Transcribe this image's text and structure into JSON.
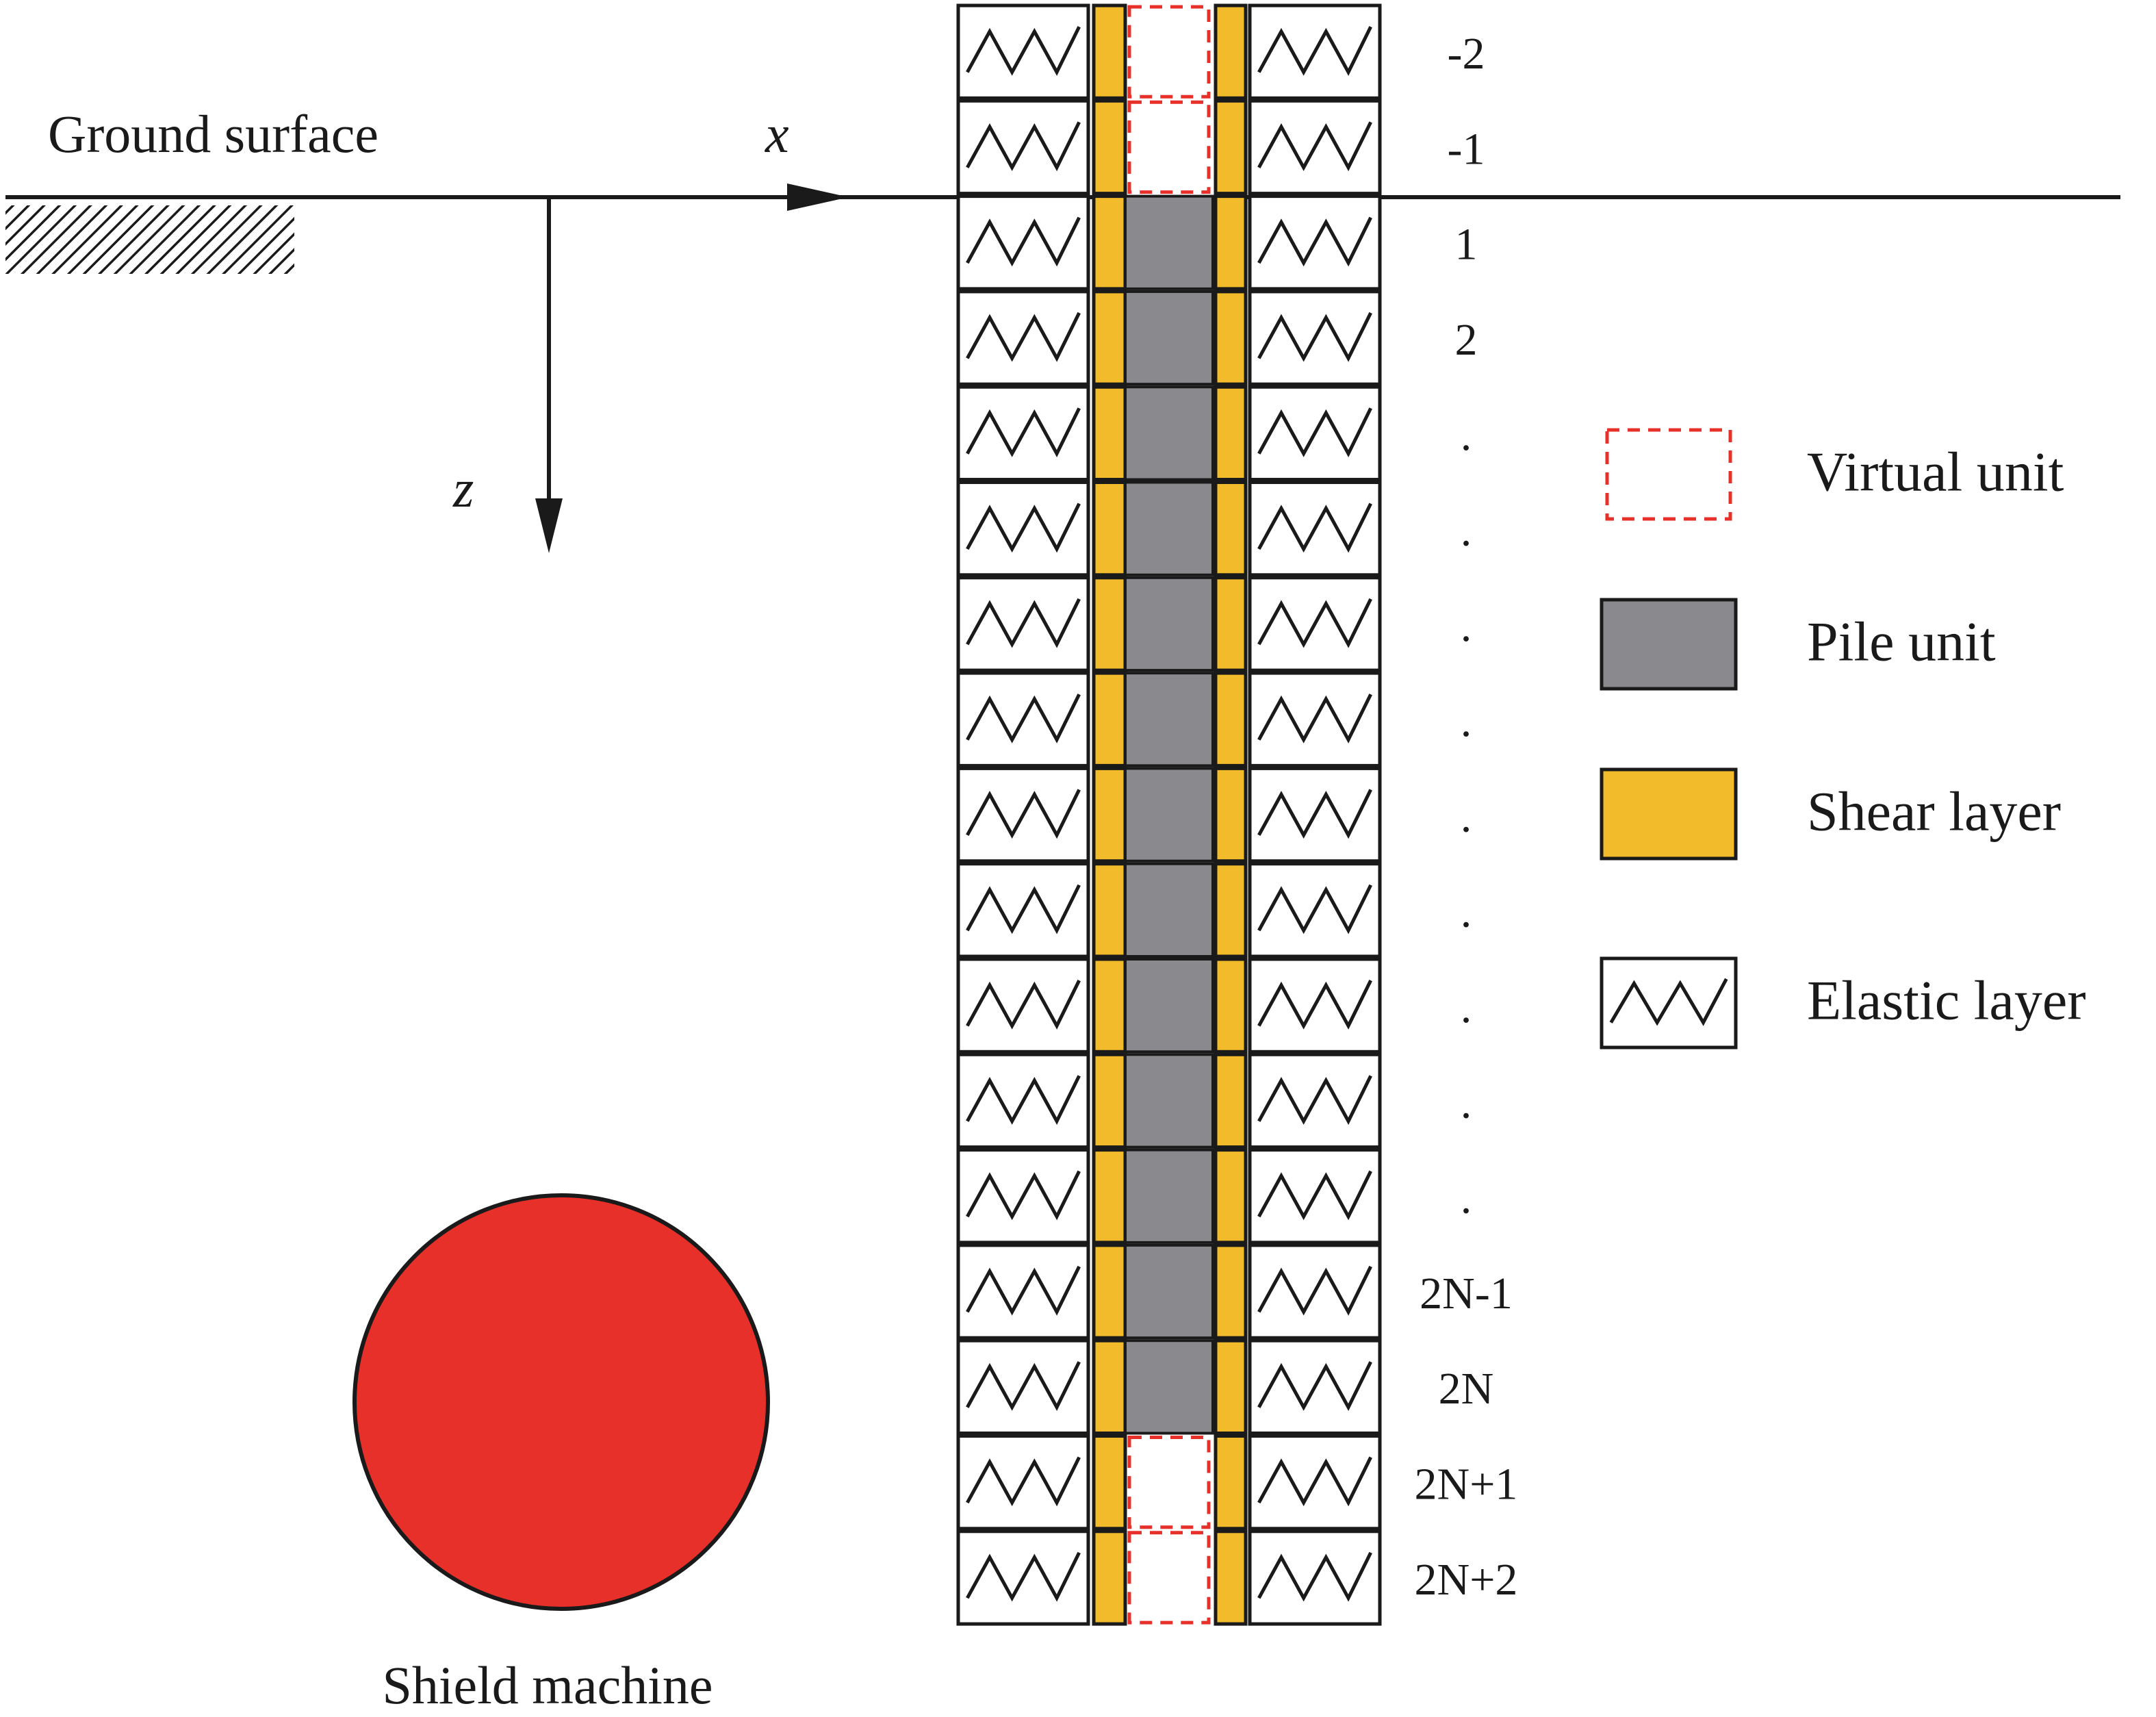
{
  "ground": {
    "label": "Ground surface"
  },
  "axes": {
    "x_label": "x",
    "z_label": "z"
  },
  "shield": {
    "label": "Shield machine",
    "color": "#e8302a"
  },
  "colors": {
    "pile": "#8a8a8e",
    "shear": "#f2bb2b",
    "virtual": "#e8302a",
    "outline": "#1a1a1a"
  },
  "rows": [
    {
      "label": "-2",
      "type": "virtual"
    },
    {
      "label": "-1",
      "type": "virtual"
    },
    {
      "label": "1",
      "type": "pile"
    },
    {
      "label": "2",
      "type": "pile"
    },
    {
      "label": ".",
      "type": "pile"
    },
    {
      "label": ".",
      "type": "pile"
    },
    {
      "label": ".",
      "type": "pile"
    },
    {
      "label": ".",
      "type": "pile"
    },
    {
      "label": ".",
      "type": "pile"
    },
    {
      "label": ".",
      "type": "pile"
    },
    {
      "label": ".",
      "type": "pile"
    },
    {
      "label": ".",
      "type": "pile"
    },
    {
      "label": ".",
      "type": "pile"
    },
    {
      "label": "2N-1",
      "type": "pile"
    },
    {
      "label": "2N",
      "type": "pile"
    },
    {
      "label": "2N+1",
      "type": "virtual"
    },
    {
      "label": "2N+2",
      "type": "virtual"
    }
  ],
  "legend": [
    {
      "label": "Virtual unit",
      "key": "virtual"
    },
    {
      "label": "Pile unit",
      "key": "pile"
    },
    {
      "label": "Shear layer",
      "key": "shear"
    },
    {
      "label": "Elastic layer",
      "key": "elastic"
    }
  ]
}
